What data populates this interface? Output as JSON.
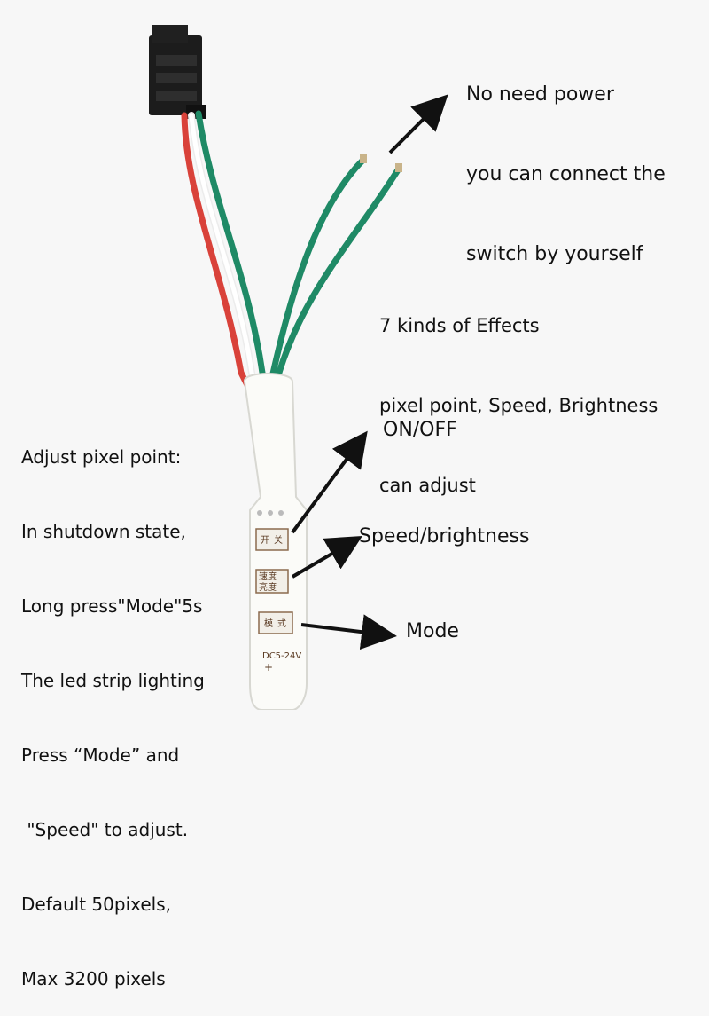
{
  "annotations": {
    "power_note": [
      "No need power",
      "you can connect the",
      "switch by yourself"
    ],
    "effects_note": [
      "7 kinds of Effects",
      "pixel point, Speed, Brightness",
      "can adjust"
    ],
    "adjust_note": [
      "Adjust pixel point:",
      "In shutdown state,",
      "Long press\"Mode\"5s",
      "The led strip lighting",
      "Press “Mode” and",
      " \"Speed\" to adjust.",
      "Default 50pixels,",
      "Max 3200 pixels"
    ]
  },
  "callouts": {
    "on_off": "ON/OFF",
    "speed_brightness": "Speed/brightness",
    "mode": "Mode"
  },
  "controller": {
    "button_on_off": [
      "开",
      "关"
    ],
    "button_speed": [
      "速度",
      "亮度"
    ],
    "button_mode": [
      "模",
      "式"
    ],
    "voltage": "DC5-24V",
    "plus_sign": "+"
  },
  "colors": {
    "background": "#f7f7f7",
    "wire_red": "#d9423a",
    "wire_white": "#f4f4f4",
    "wire_green": "#1f8a66",
    "connector": "#1a1a1a",
    "controller_body": "#fbfbf8"
  }
}
